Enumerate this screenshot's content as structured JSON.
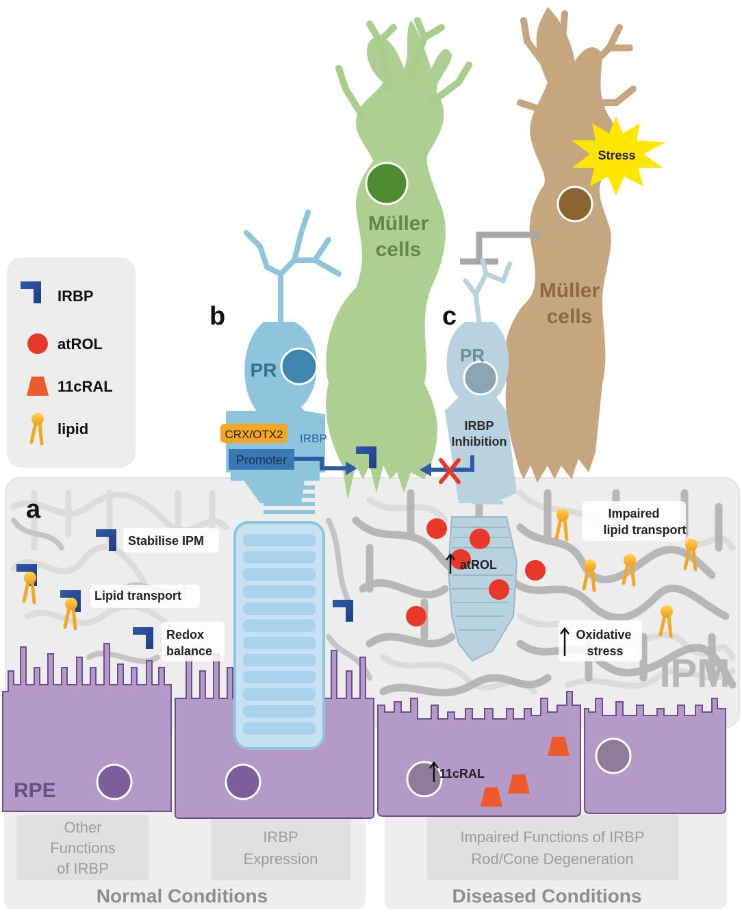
{
  "legend": {
    "items": [
      {
        "icon": "irbp-icon",
        "label": "IRBP"
      },
      {
        "icon": "atrol-icon",
        "label": "atROL"
      },
      {
        "icon": "11cral-icon",
        "label": "11cRAL"
      },
      {
        "icon": "lipid-icon",
        "label": "lipid"
      }
    ]
  },
  "panels": {
    "a": "a",
    "b": "b",
    "c": "c"
  },
  "cells": {
    "muller_healthy": {
      "line1": "Müller",
      "line2": "cells"
    },
    "muller_stressed": {
      "line1": "Müller",
      "line2": "cells"
    },
    "stress": "Stress",
    "pr_b": "PR",
    "pr_c": "PR",
    "rpe": "RPE",
    "ipm": "IPM"
  },
  "expression": {
    "tf": "CRX/OTX2",
    "promoter": "Promoter",
    "gene": "IRBP"
  },
  "inhibition": {
    "line1": "IRBP",
    "line2": "Inhibition"
  },
  "normal_functions": {
    "stabilise": "Stabilise IPM",
    "lipid": "Lipid transport",
    "redox1": "Redox",
    "redox2": "balance"
  },
  "disease_effects": {
    "atrol": "atROL",
    "lipid1": "Impaired",
    "lipid2": "lipid transport",
    "oxid1": "Oxidative",
    "oxid2": "stress",
    "cral": "11cRAL"
  },
  "bottom_boxes": {
    "other": [
      "Other",
      "Functions",
      "of IRBP"
    ],
    "expr": [
      "IRBP",
      "Expression"
    ],
    "impaired": [
      "Impaired Functions of IRBP",
      "Rod/Cone Degeneration"
    ]
  },
  "conditions": {
    "normal": "Normal Conditions",
    "diseased": "Diseased Conditions"
  },
  "colors": {
    "irbp": "#3a5ca8",
    "atrol": "#e8382a",
    "cral": "#f0592a",
    "lipid": "#f5a623",
    "muller_green": "#a9cd8c",
    "muller_brown": "#c5a67e",
    "pr_blue": "#8ec5dd",
    "pr_pale": "#b8d2df",
    "rpe_purple": "#b39ac9",
    "stress": "#ffe600"
  }
}
